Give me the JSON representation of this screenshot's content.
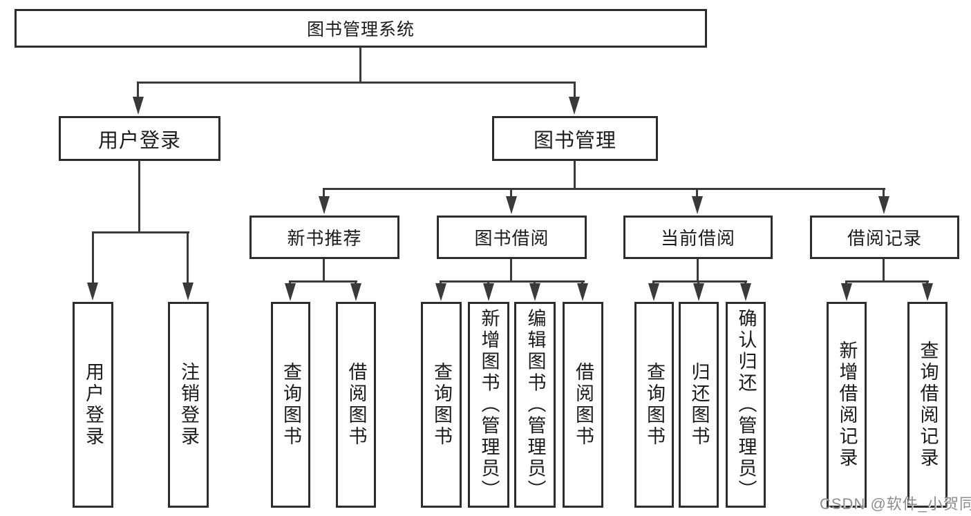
{
  "diagram": {
    "root": {
      "label": "图书管理系统"
    },
    "level2": [
      {
        "label": "用户登录"
      },
      {
        "label": "图书管理"
      }
    ],
    "level3": [
      {
        "label": "新书推荐"
      },
      {
        "label": "图书借阅"
      },
      {
        "label": "当前借阅"
      },
      {
        "label": "借阅记录"
      }
    ],
    "leaves": {
      "user": [
        "用户登录",
        "注销登录"
      ],
      "recommend": [
        "查询图书",
        "借阅图书"
      ],
      "borrow": [
        "查询图书",
        "新增图书（管理员）",
        "编辑图书（管理员）",
        "借阅图书"
      ],
      "current": [
        "查询图书",
        "归还图书",
        "确认归还（管理员）"
      ],
      "records": [
        "新增借阅记录",
        "查询借阅记录"
      ]
    }
  },
  "watermark": {
    "text": "CSDN @软件_小贺同学"
  },
  "colors": {
    "line": "#3a3a3a",
    "box_border": "#2d2d2d",
    "text": "#1b1b1b",
    "watermark": "#8d8d8d",
    "background": "#ffffff"
  }
}
